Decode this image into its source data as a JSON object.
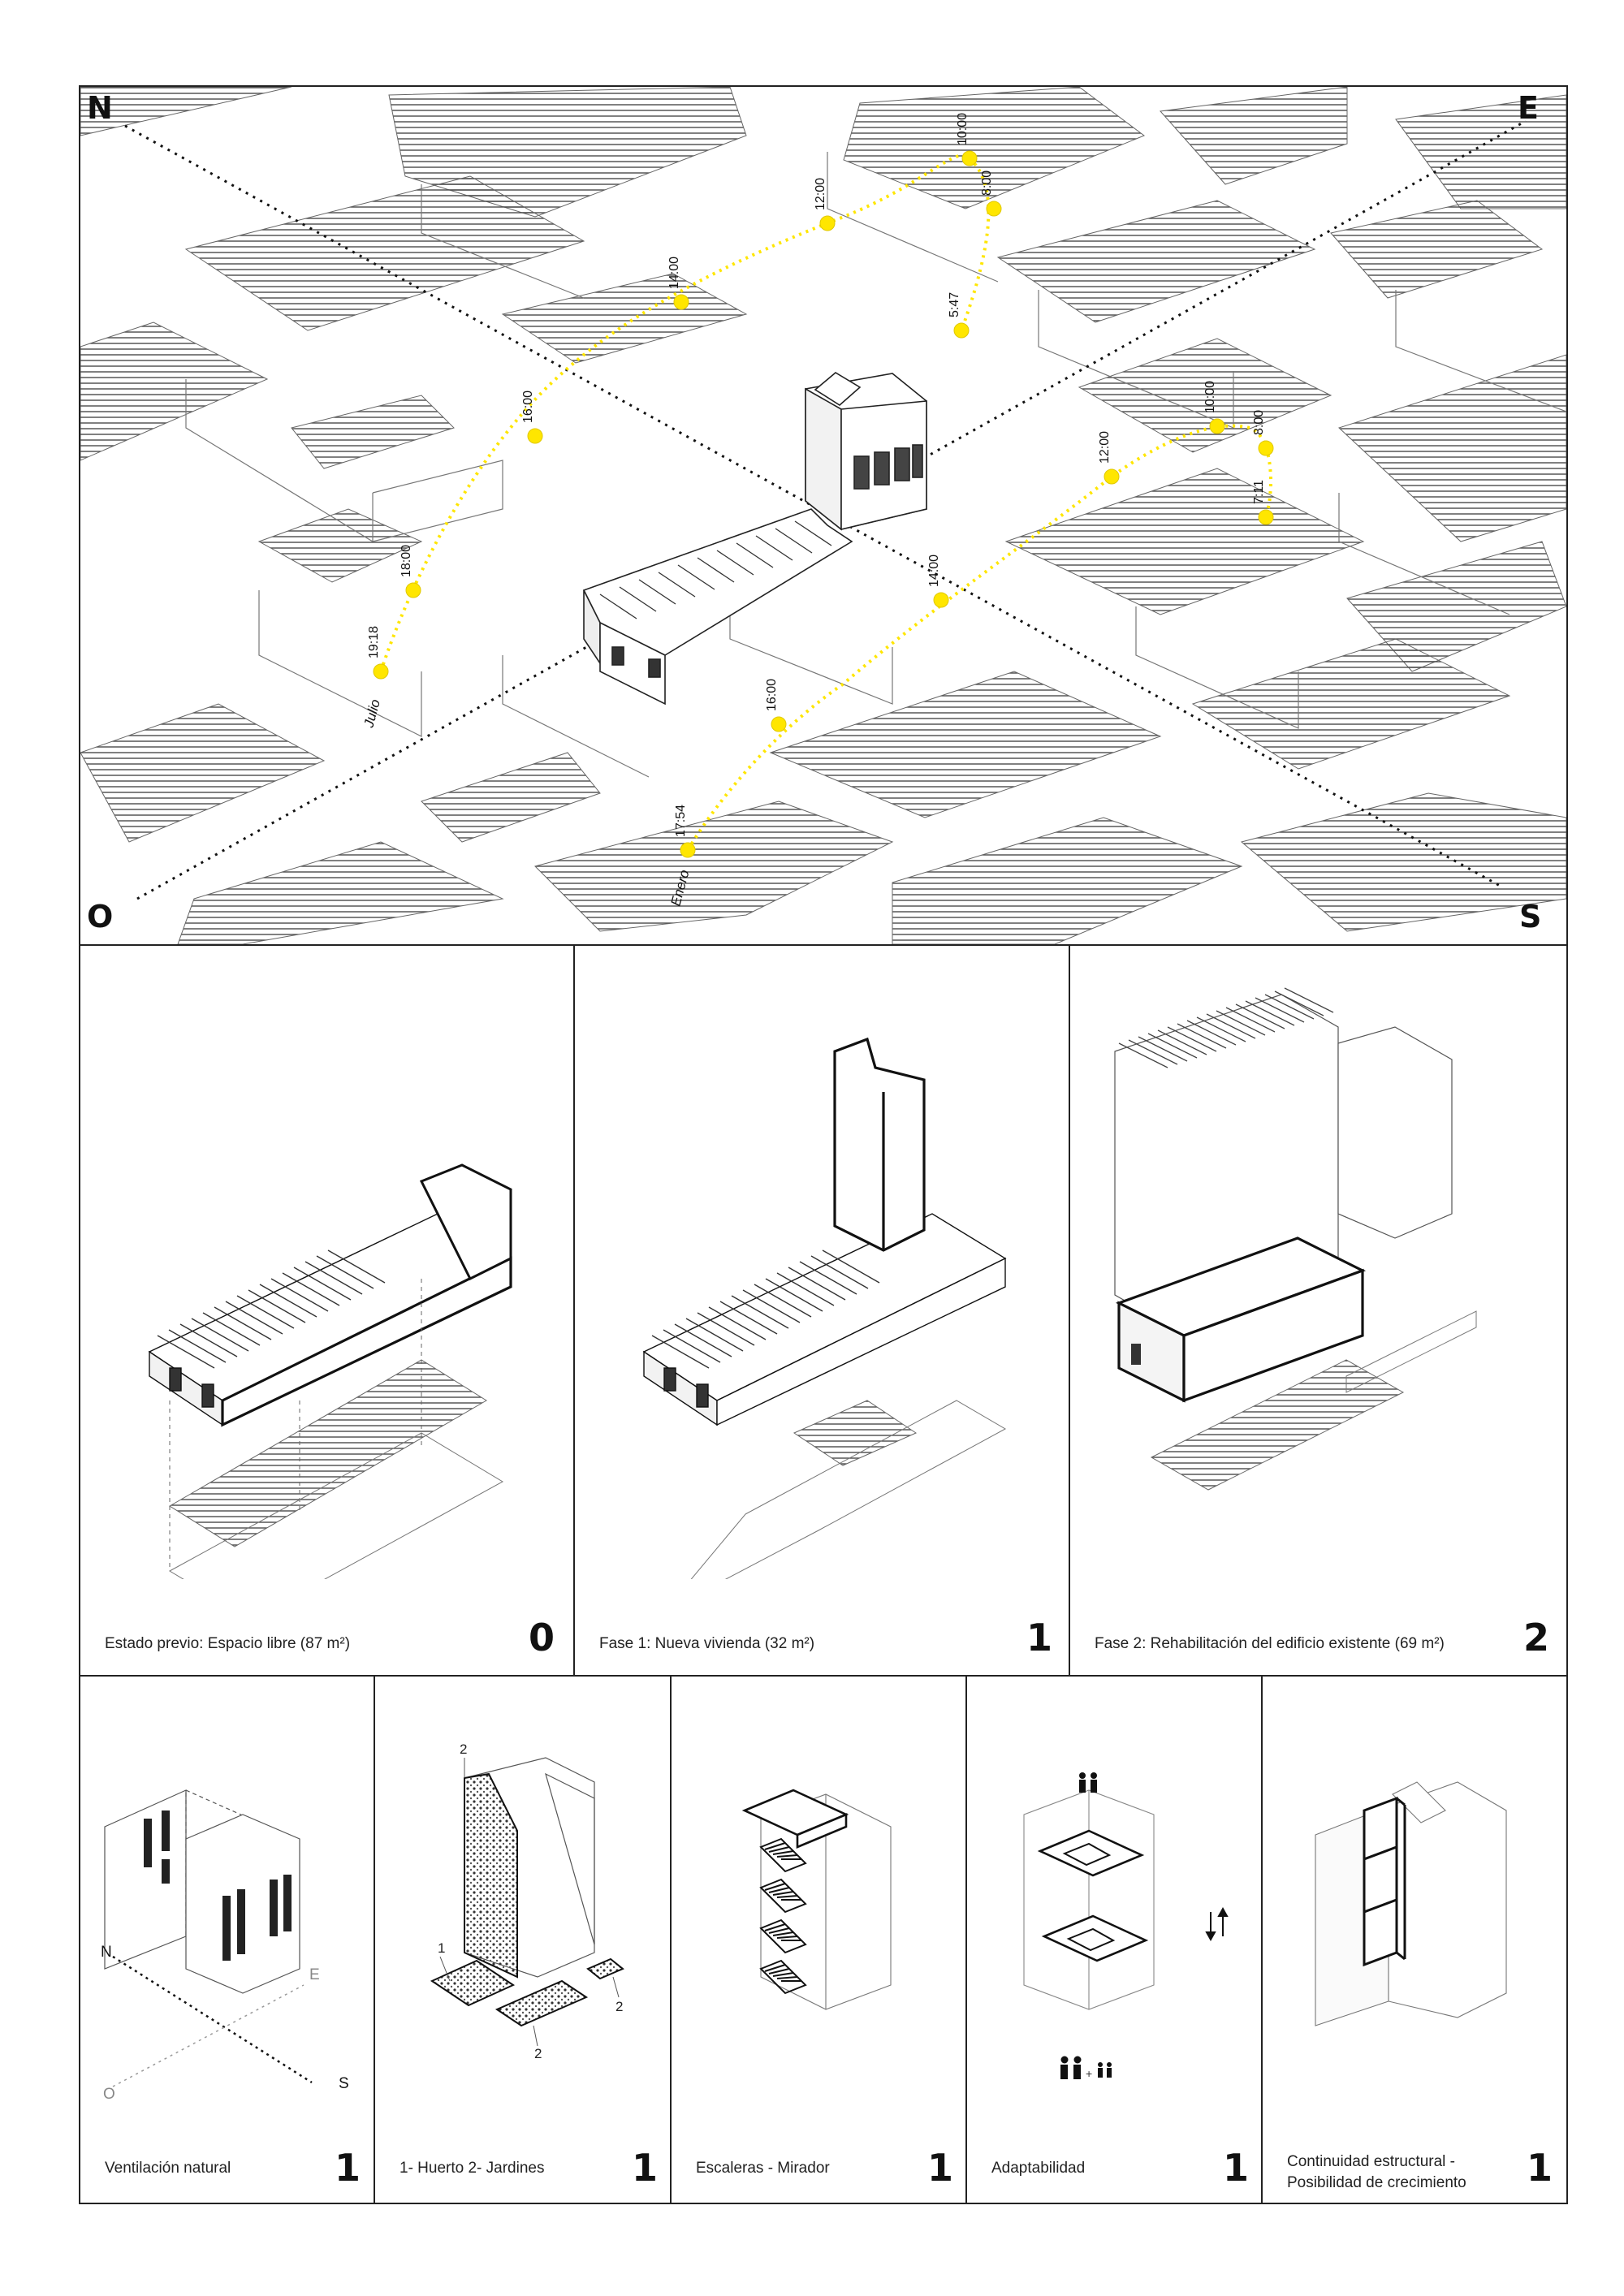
{
  "colors": {
    "sun_path": "#ffe600",
    "ink": "#111111",
    "hatch": "#555555"
  },
  "site_map": {
    "cardinals": {
      "north": "N",
      "east": "E",
      "west": "O",
      "south": "S"
    },
    "july_path": {
      "label": "Julio",
      "times": [
        "19:18",
        "18:00",
        "16:00",
        "14:00",
        "12:00",
        "10:00",
        "8:00",
        "5:47"
      ]
    },
    "january_path": {
      "label": "Enero",
      "times": [
        "17:54",
        "16:00",
        "14:00",
        "12:00",
        "10:00",
        "8:00",
        "7:11"
      ]
    }
  },
  "phases": [
    {
      "caption": "Estado previo: Espacio libre (87 m²)",
      "number": "0"
    },
    {
      "caption": "Fase 1: Nueva vivienda (32 m²)",
      "number": "1"
    },
    {
      "caption": "Fase 2: Rehabilitación del edificio existente (69 m²)",
      "number": "2"
    }
  ],
  "strategies": [
    {
      "caption": "Ventilación natural",
      "number": "1",
      "compass": {
        "north": "N",
        "east": "E",
        "west": "O",
        "south": "S"
      }
    },
    {
      "caption": "1- Huerto  2- Jardines",
      "number": "1",
      "markers": [
        "2",
        "1",
        "2",
        "2"
      ]
    },
    {
      "caption": "Escaleras - Mirador",
      "number": "1"
    },
    {
      "caption": "Adaptabilidad",
      "number": "1",
      "plus_sign": "+"
    },
    {
      "caption": "Continuidad estructural -\nPosibilidad de crecimiento",
      "number": "1"
    }
  ]
}
